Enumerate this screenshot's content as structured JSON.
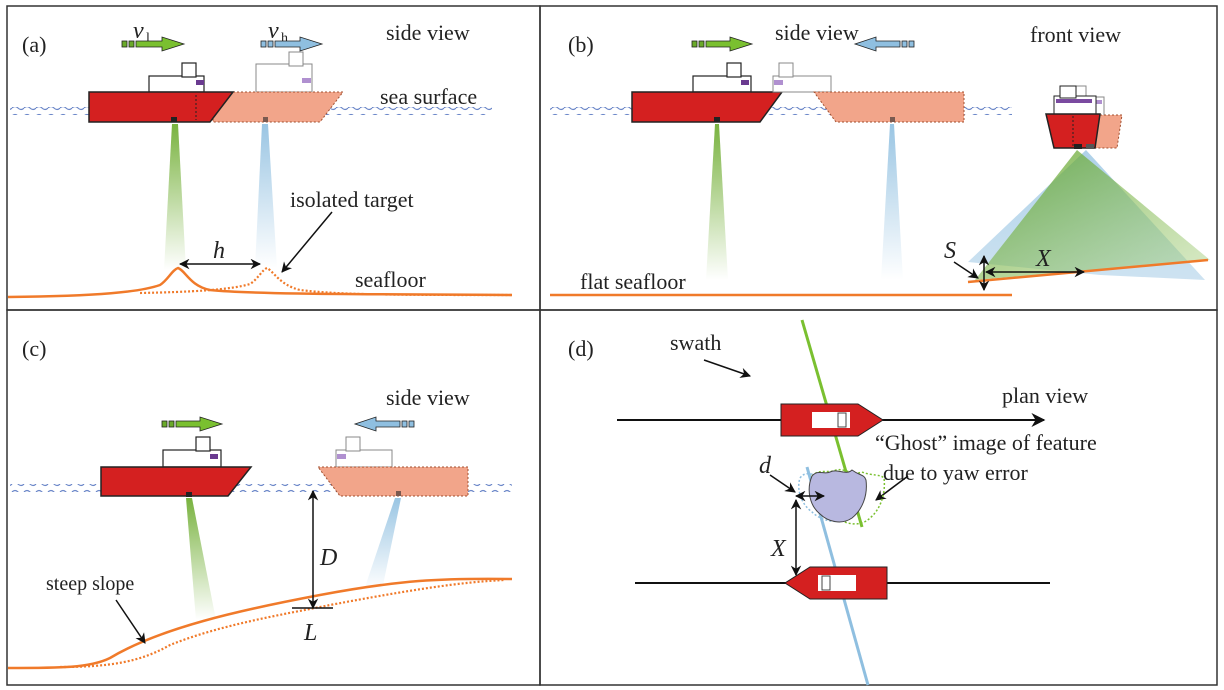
{
  "figure": {
    "description": "Four-panel schematic of multibeam survey errors: latency, roll, pitch and yaw",
    "colors": {
      "ship_primary": "#d42020",
      "ship_ghost": "#f2a58a",
      "green_beam": "#6aaa2a",
      "blue_beam": "#8fbfe0",
      "seafloor": "#f07a2a",
      "sea_surface": "#6a86c8",
      "ghost_feature": "#b8b8e0"
    },
    "panels": [
      {
        "id": "a",
        "tag": "(a)",
        "view": "side view",
        "labels": {
          "velocity_low": "v",
          "velocity_low_sub": "l",
          "velocity_high": "v",
          "velocity_high_sub": "h",
          "sea_surface": "sea surface",
          "isolated_target": "isolated target",
          "offset": "h",
          "seafloor": "seafloor"
        }
      },
      {
        "id": "b",
        "tag": "(b)",
        "view": "side view",
        "view2": "front view",
        "labels": {
          "flat_seafloor": "flat seafloor",
          "S": "S",
          "X": "X"
        }
      },
      {
        "id": "c",
        "tag": "(c)",
        "view": "side view",
        "labels": {
          "depth": "D",
          "length": "L",
          "steep_slope": "steep slope"
        }
      },
      {
        "id": "d",
        "tag": "(d)",
        "view": "plan view",
        "labels": {
          "swath": "swath",
          "ghost_line1": "“Ghost” image of feature",
          "ghost_line2": "due to yaw error",
          "d": "d",
          "X": "X"
        }
      }
    ]
  }
}
